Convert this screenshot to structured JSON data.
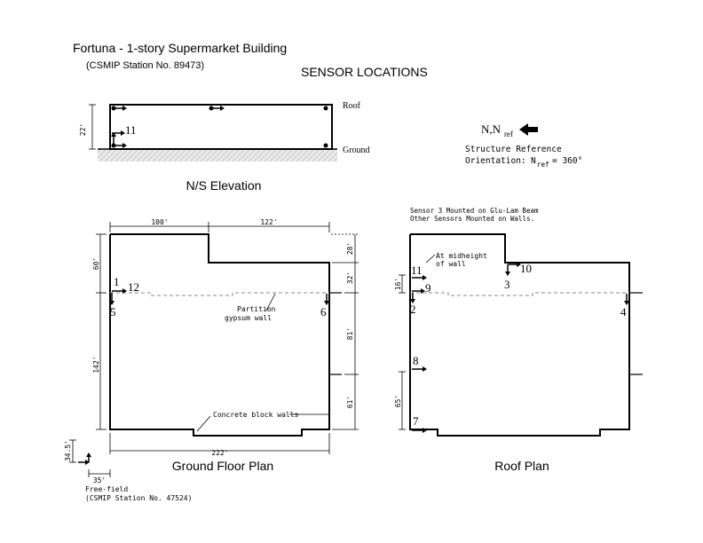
{
  "header": {
    "title": "Fortuna - 1-story Supermarket Building",
    "station": "(CSMIP Station No. 89473)",
    "sensor_heading": "SENSOR LOCATIONS"
  },
  "elevation": {
    "caption": "N/S Elevation",
    "roof_label": "Roof",
    "ground_label": "Ground",
    "height_dim": "22'",
    "sensor_11": "11"
  },
  "reference": {
    "north_label": "N,N",
    "north_sub": "ref",
    "structure_ref_line1": "Structure Reference",
    "orientation_label": "Orientation:",
    "orientation_n": "N",
    "orientation_sub": "ref",
    "orientation_value": "= 360°"
  },
  "ground_floor": {
    "caption": "Ground Floor Plan",
    "dim_top_left": "100'",
    "dim_top_right": "122'",
    "dim_bottom": "222'",
    "dim_left_top": "60'",
    "dim_left_bottom": "142'",
    "dim_right_28": "28'",
    "dim_right_32": "32'",
    "dim_right_81": "81'",
    "dim_right_61": "61'",
    "partition_label_1": "Partition",
    "partition_label_2": "gypsum wall",
    "concrete_label": "Concrete block walls",
    "sensors": [
      "1",
      "12",
      "5",
      "6"
    ]
  },
  "free_field": {
    "dim_v": "34.5'",
    "dim_h": "35'",
    "label_1": "Free-field",
    "label_2": "(CSMIP Station No. 47524)"
  },
  "roof_plan": {
    "caption": "Roof Plan",
    "note_1": "Sensor 3 Mounted on Glu-Lam Beam",
    "note_2": "Other Sensors Mounted on Walls.",
    "midheight_1": "At midheight",
    "midheight_2": "of wall",
    "dim_16": "16'",
    "dim_65": "65'",
    "sensors": [
      "11",
      "10",
      "3",
      "9",
      "2",
      "4",
      "8",
      "7"
    ]
  }
}
